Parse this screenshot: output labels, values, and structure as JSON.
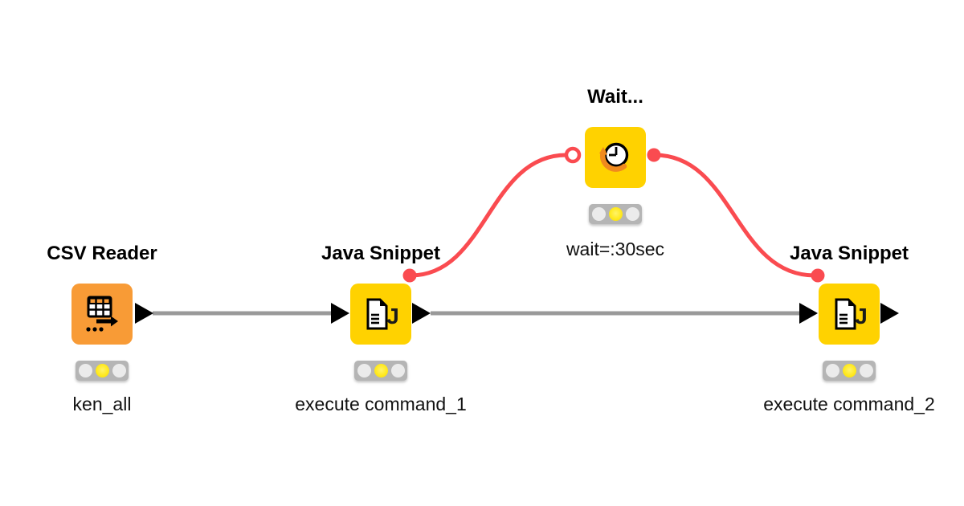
{
  "canvas": {
    "background": "#ffffff"
  },
  "workflow": {
    "nodes": [
      {
        "title": "CSV Reader",
        "label": "ken_all",
        "icon": "table-arrow-icon",
        "status": "configured",
        "body_color": "#F89B36"
      },
      {
        "title": "Java Snippet",
        "label": "execute command_1",
        "icon": "document-j-icon",
        "icon_letter": "J",
        "status": "configured",
        "body_color": "#FFD200"
      },
      {
        "title": "Wait...",
        "label": "wait=:30sec",
        "icon": "clock-icon",
        "status": "configured",
        "body_color": "#FFD200"
      },
      {
        "title": "Java Snippet",
        "label": "execute command_2",
        "icon": "document-j-icon",
        "icon_letter": "J",
        "status": "configured",
        "body_color": "#FFD200"
      }
    ],
    "connections": [
      {
        "from": "CSV Reader",
        "to": "Java Snippet (execute command_1)",
        "type": "data"
      },
      {
        "from": "Java Snippet (execute command_1)",
        "to": "Java Snippet (execute command_2)",
        "type": "data"
      },
      {
        "from": "Java Snippet (execute command_1)",
        "to": "Wait...",
        "type": "flow-variable"
      },
      {
        "from": "Wait...",
        "to": "Java Snippet (execute command_2)",
        "type": "flow-variable"
      }
    ],
    "colors": {
      "node_yellow": "#FFD200",
      "node_orange": "#F89B36",
      "flow_variable_red": "#FA4B50",
      "data_connection_gray": "#999999",
      "status_lit_yellow": "#FFE920",
      "status_off_gray": "#EBEBEB",
      "traffic_light_bg": "#B5B5B5"
    }
  }
}
